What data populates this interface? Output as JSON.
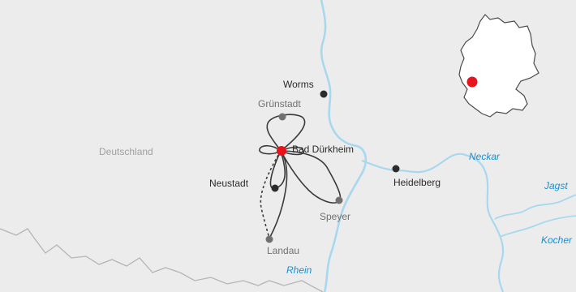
{
  "map": {
    "country_label": "Deutschland",
    "cities": {
      "worms": "Worms",
      "gruenstadt": "Grünstadt",
      "bad_duerkheim": "Bad Dürkheim",
      "neustadt": "Neustadt",
      "speyer": "Speyer",
      "landau": "Landau",
      "heidelberg": "Heidelberg"
    },
    "rivers": {
      "rhein": "Rhein",
      "neckar": "Neckar",
      "jagst": "Jagst",
      "kocher": "Kocher"
    },
    "colors": {
      "land": "#ececec",
      "river": "#a8d8f0",
      "river_label": "#1a8fd0",
      "border": "#b5b5b5",
      "route": "#3a3a3a",
      "highlight": "#e8141c",
      "city_dark": "#2b2b2b",
      "city_grey": "#707070"
    }
  }
}
